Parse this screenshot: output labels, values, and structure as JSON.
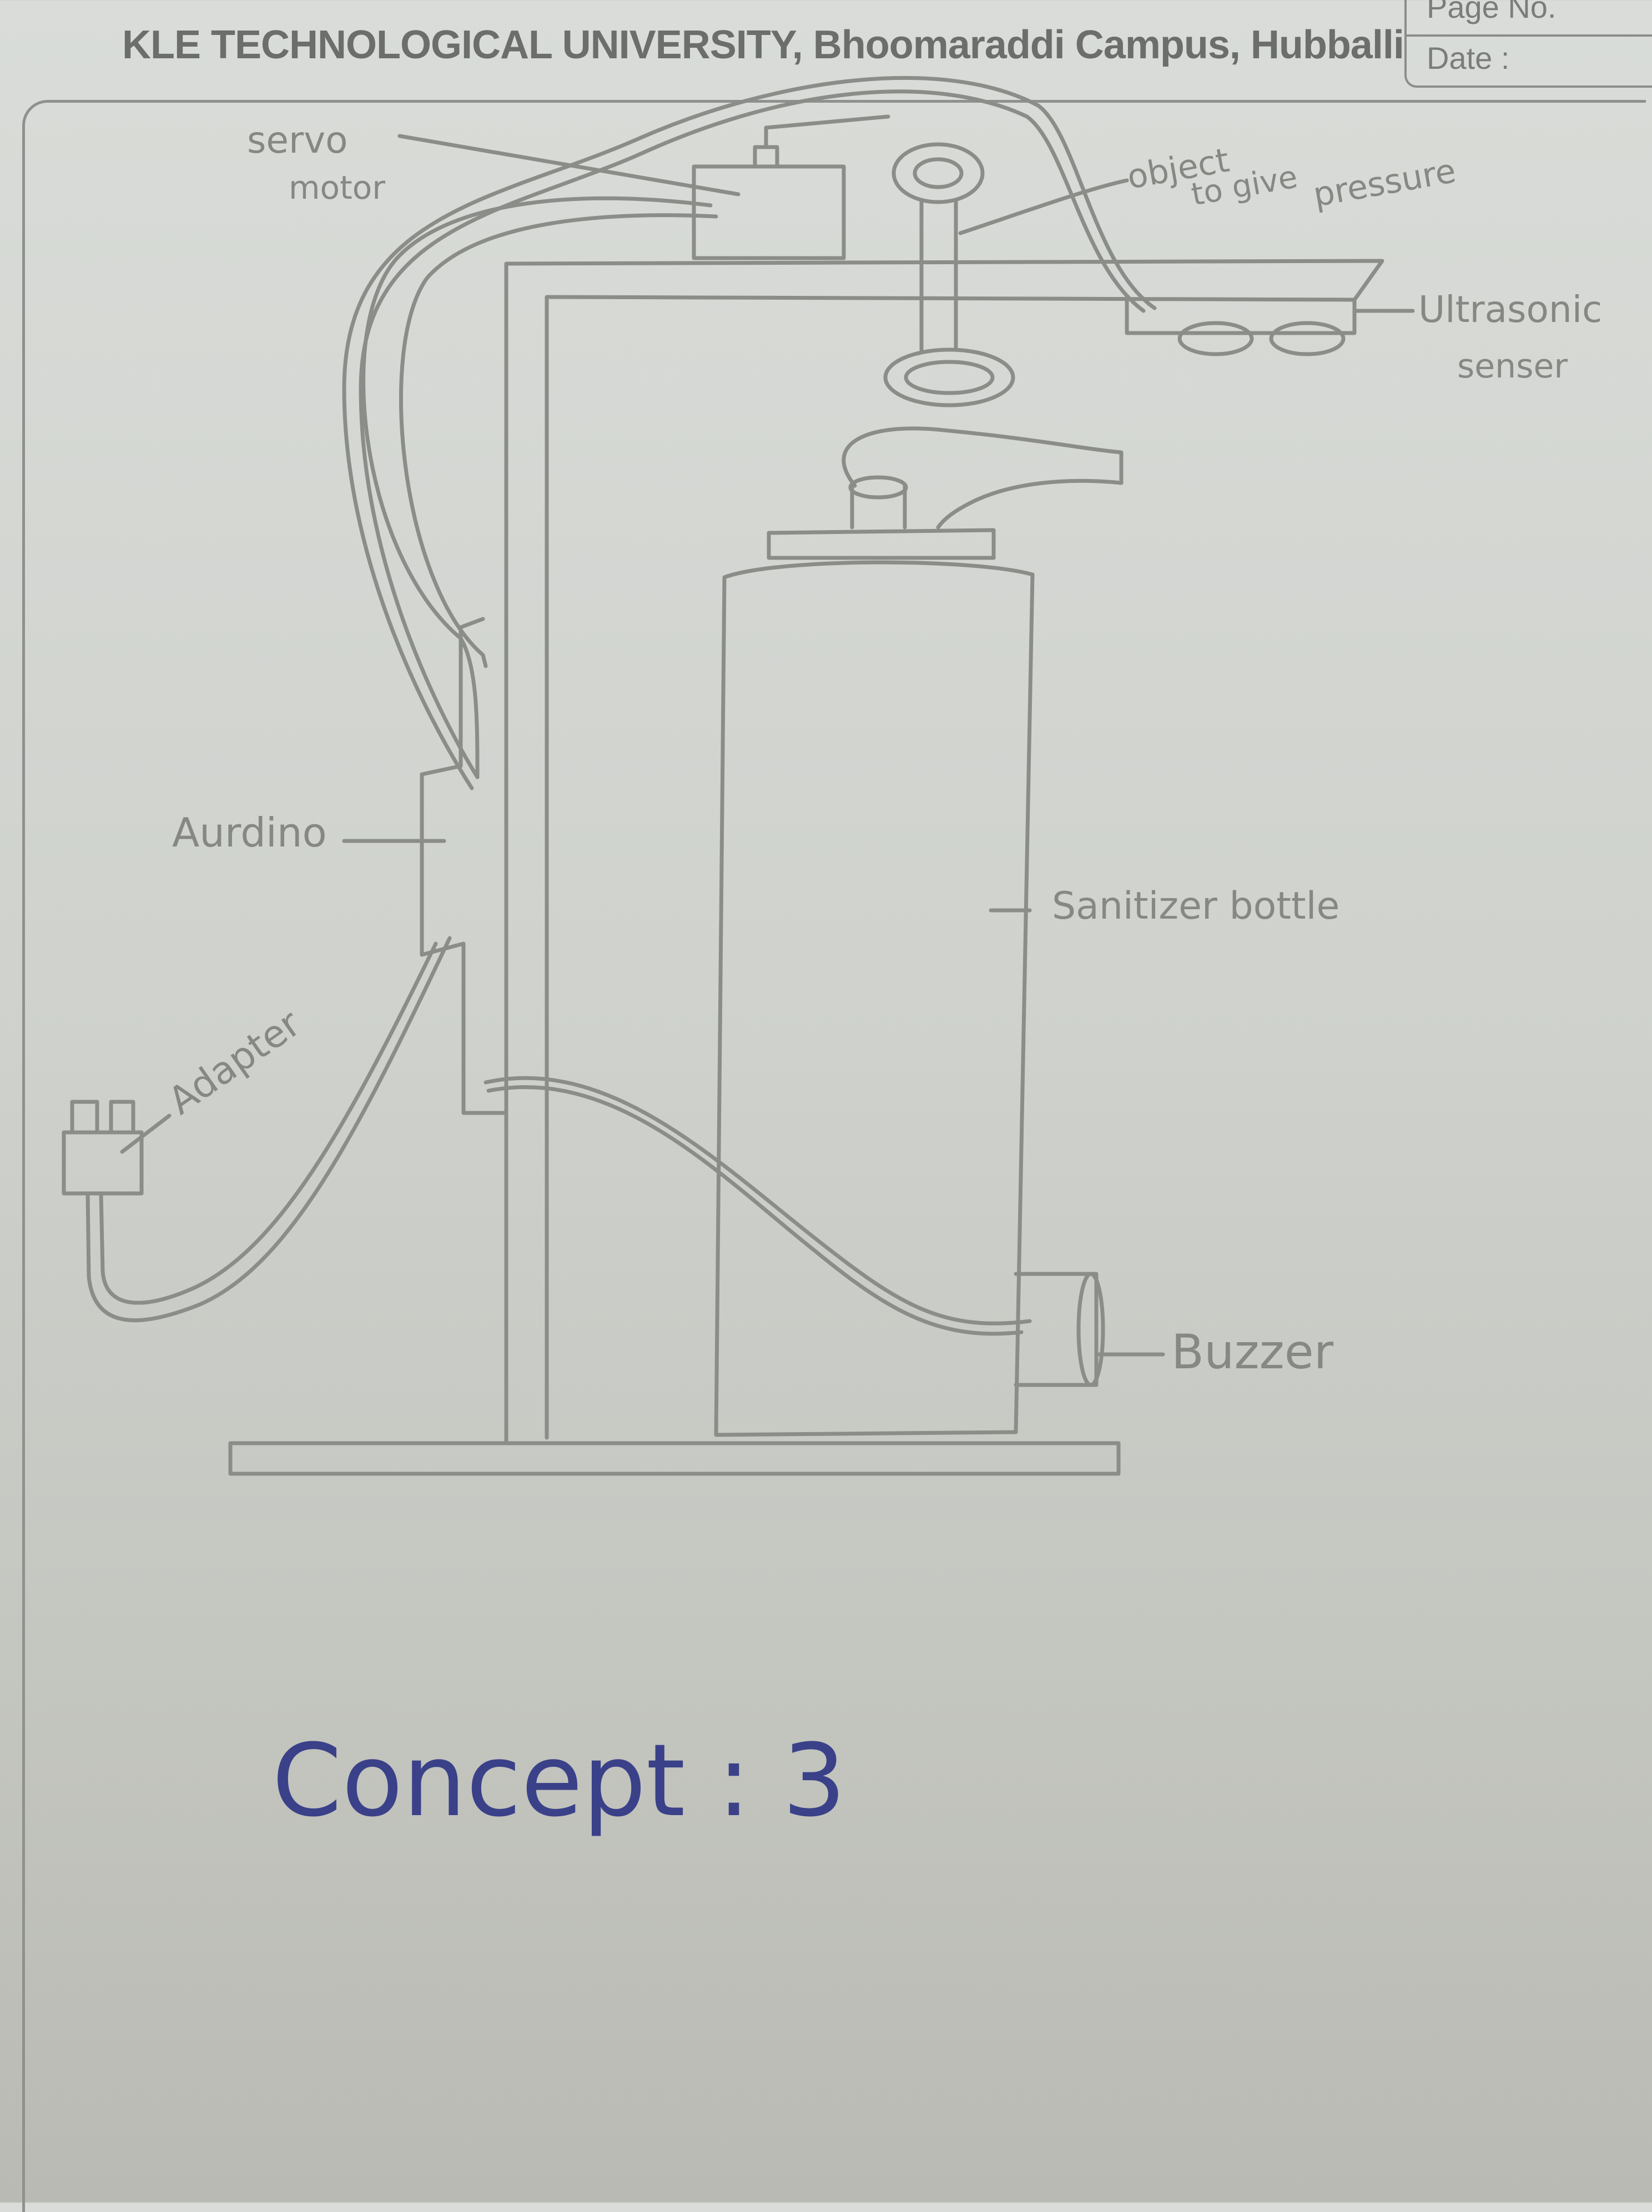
{
  "header": {
    "title": "KLE TECHNOLOGICAL UNIVERSITY, Bhoomaraddi Campus, Hubballi",
    "page_no_label": "Page No.",
    "date_label": "Date :"
  },
  "labels": {
    "servo_line1": "servo",
    "servo_line2": "motor",
    "object_line1": "object",
    "object_line2": "to give",
    "object_line3": "pressure",
    "ultrasonic_line1": "Ultrasonic",
    "ultrasonic_line2": "senser",
    "arduino": "Aurdino",
    "adapter": "Adapter",
    "sanitizer": "Sanitizer bottle",
    "buzzer": "Buzzer"
  },
  "concept": "Concept : 3",
  "colors": {
    "pencil": "#8a8d88",
    "ink": "#3a4189",
    "paper": "#d4d7d2"
  }
}
